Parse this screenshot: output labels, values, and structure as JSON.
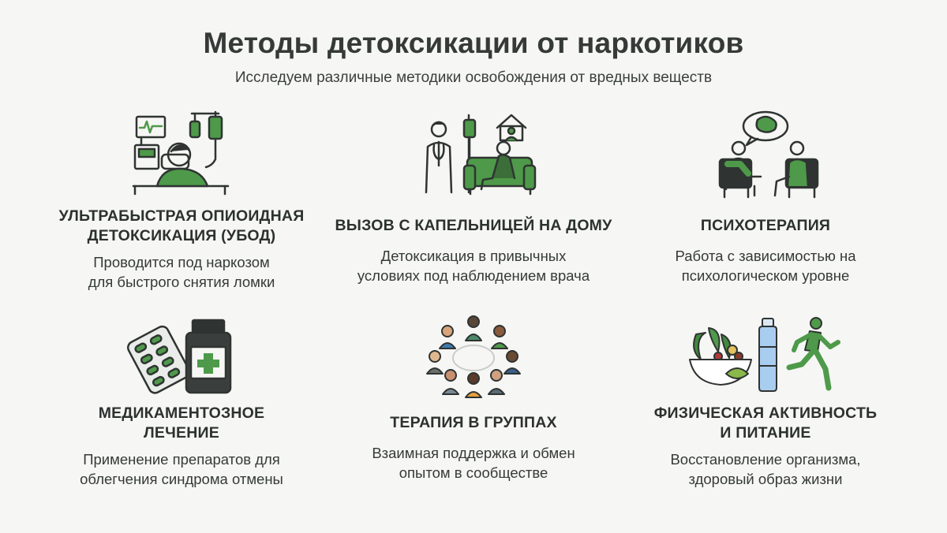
{
  "header": {
    "title": "Методы детоксикации от наркотиков",
    "subtitle": "Исследуем различные методики освобождения от вредных веществ"
  },
  "methods": [
    {
      "title_line1": "УЛЬТРАБЫСТРАЯ ОПИОИДНАЯ",
      "title_line2": "ДЕТОКСИКАЦИЯ (УБОД)",
      "desc_line1": "Проводится под наркозом",
      "desc_line2": "для быстрого снятия ломки",
      "icon": "hospital-bed-icon"
    },
    {
      "title_line1": "ВЫЗОВ С КАПЕЛЬНИЦЕЙ НА ДОМУ",
      "title_line2": "",
      "desc_line1": "Детоксикация в привычных",
      "desc_line2": "условиях под наблюдением врача",
      "icon": "home-iv-doctor-icon"
    },
    {
      "title_line1": "ПСИХОТЕРАПИЯ",
      "title_line2": "",
      "desc_line1": "Работа с зависимостью на",
      "desc_line2": "психологическом уровне",
      "icon": "therapy-session-icon"
    },
    {
      "title_line1": "МЕДИКАМЕНТОЗНОЕ",
      "title_line2": "ЛЕЧЕНИЕ",
      "desc_line1": "Применение препаратов для",
      "desc_line2": "облегчения синдрома отмены",
      "icon": "pills-bottle-icon"
    },
    {
      "title_line1": "ТЕРАПИЯ В ГРУППАХ",
      "title_line2": "",
      "desc_line1": "Взаимная поддержка и обмен",
      "desc_line2": "опытом в сообществе",
      "icon": "group-circle-icon"
    },
    {
      "title_line1": "ФИЗИЧЕСКАЯ АКТИВНОСТЬ",
      "title_line2": "И ПИТАНИЕ",
      "desc_line1": "Восстановление организма,",
      "desc_line2": "здоровый образ жизни",
      "icon": "food-runner-icon"
    }
  ],
  "colors": {
    "green": "#4e9a4a",
    "dark": "#2f3432",
    "background": "#f6f6f4"
  }
}
